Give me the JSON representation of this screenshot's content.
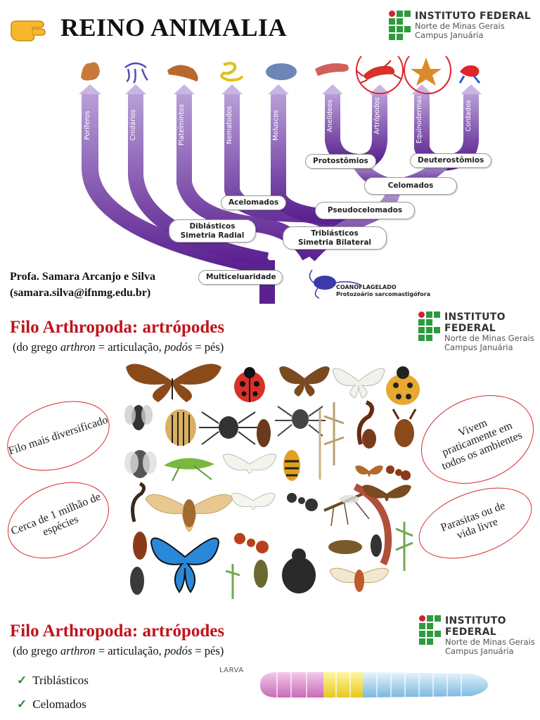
{
  "header": {
    "title": "REINO ANIMALIA",
    "institute": {
      "line1": "INSTITUTO FEDERAL",
      "line2": "Norte de Minas Gerais",
      "line3": "Campus Januária"
    }
  },
  "tree": {
    "phyla": [
      "Poríferos",
      "Cnidários",
      "Platelmintos",
      "Nematodos",
      "Moluscos",
      "Anelídeos",
      "Artrópodos",
      "Equinodermas",
      "Cordados"
    ],
    "nodes": {
      "protostomios": "Protostômios",
      "deuterostomios": "Deuterostômios",
      "celomados": "Celomados",
      "acelomados": "Acelomados",
      "pseudocelomados": "Pseudocelomados",
      "diblasticos_l1": "Diblásticos",
      "diblasticos_l2": "Simetria Radial",
      "triblasticos_l1": "Triblásticos",
      "triblasticos_l2": "Simetria Bilateral",
      "multicelularidade": "Multiceluaridade"
    },
    "root": {
      "line1": "COANOFLAGELADO",
      "line2": "Protozoário sarcomastigófora"
    },
    "colors": {
      "branch": "#6a2fa0",
      "branch_light": "#b9a0d8",
      "highlight": "#e0202a"
    }
  },
  "author": {
    "name": "Profa. Samara Arcanjo e Silva",
    "email": "(samara.silva@ifnmg.edu.br)"
  },
  "section2": {
    "title": "Filo Arthropoda: artrópodes",
    "subtitle": {
      "a": "(do grego ",
      "b": "arthron",
      "c": " = articulação, ",
      "d": "podós",
      "e": " = pés)"
    },
    "ovals": {
      "left1": "Filo mais diversificado",
      "left2": "Cerca de 1 milhão de espécies",
      "right1": "Vivem praticamente em todos os ambientes",
      "right2": "Parasitas ou de vida livre"
    }
  },
  "section3": {
    "title": "Filo Arthropoda: artrópodes",
    "subtitle": {
      "a": "(do grego ",
      "b": "arthron",
      "c": " = articulação, ",
      "d": "podós",
      "e": " = pés)"
    },
    "checks": [
      "Triblásticos",
      "Celomados"
    ],
    "larva_label": "LARVA"
  }
}
